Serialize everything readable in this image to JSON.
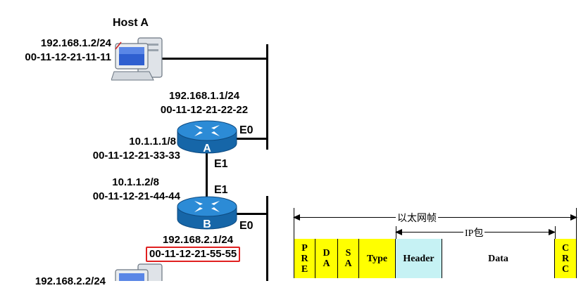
{
  "host_a": {
    "title": "Host A",
    "ip": "192.168.1.2/24",
    "mac": "00-11-12-21-11-11"
  },
  "router_a": {
    "name": "A",
    "e0_ip": "192.168.1.1/24",
    "e0_mac": "00-11-12-21-22-22",
    "e0_port": "E0",
    "e1_ip": "10.1.1.1/8",
    "e1_mac": "00-11-12-21-33-33",
    "e1_port": "E1"
  },
  "router_b": {
    "name": "B",
    "e1_ip": "10.1.1.2/8",
    "e1_mac": "00-11-12-21-44-44",
    "e1_port": "E1",
    "e0_ip": "192.168.2.1/24",
    "e0_mac": "00-11-12-21-55-55",
    "e0_port": "E0"
  },
  "host_b": {
    "ip": "192.168.2.2/24"
  },
  "frame": {
    "ethernet_label": "以太网帧",
    "ip_label": "IP包",
    "fields": [
      {
        "label": "P\nR\nE",
        "color": "#ffff00"
      },
      {
        "label": "D\nA",
        "color": "#ffff00"
      },
      {
        "label": "S\nA",
        "color": "#ffff00"
      },
      {
        "label": "Type",
        "color": "#ffff00"
      },
      {
        "label": "Header",
        "color": "#c6f2f4"
      },
      {
        "label": "Data",
        "color": "#ffffff"
      },
      {
        "label": "C\nR\nC",
        "color": "#ffff00"
      }
    ]
  },
  "colors": {
    "router": "#1a73b8",
    "highlight": "#e02020"
  }
}
